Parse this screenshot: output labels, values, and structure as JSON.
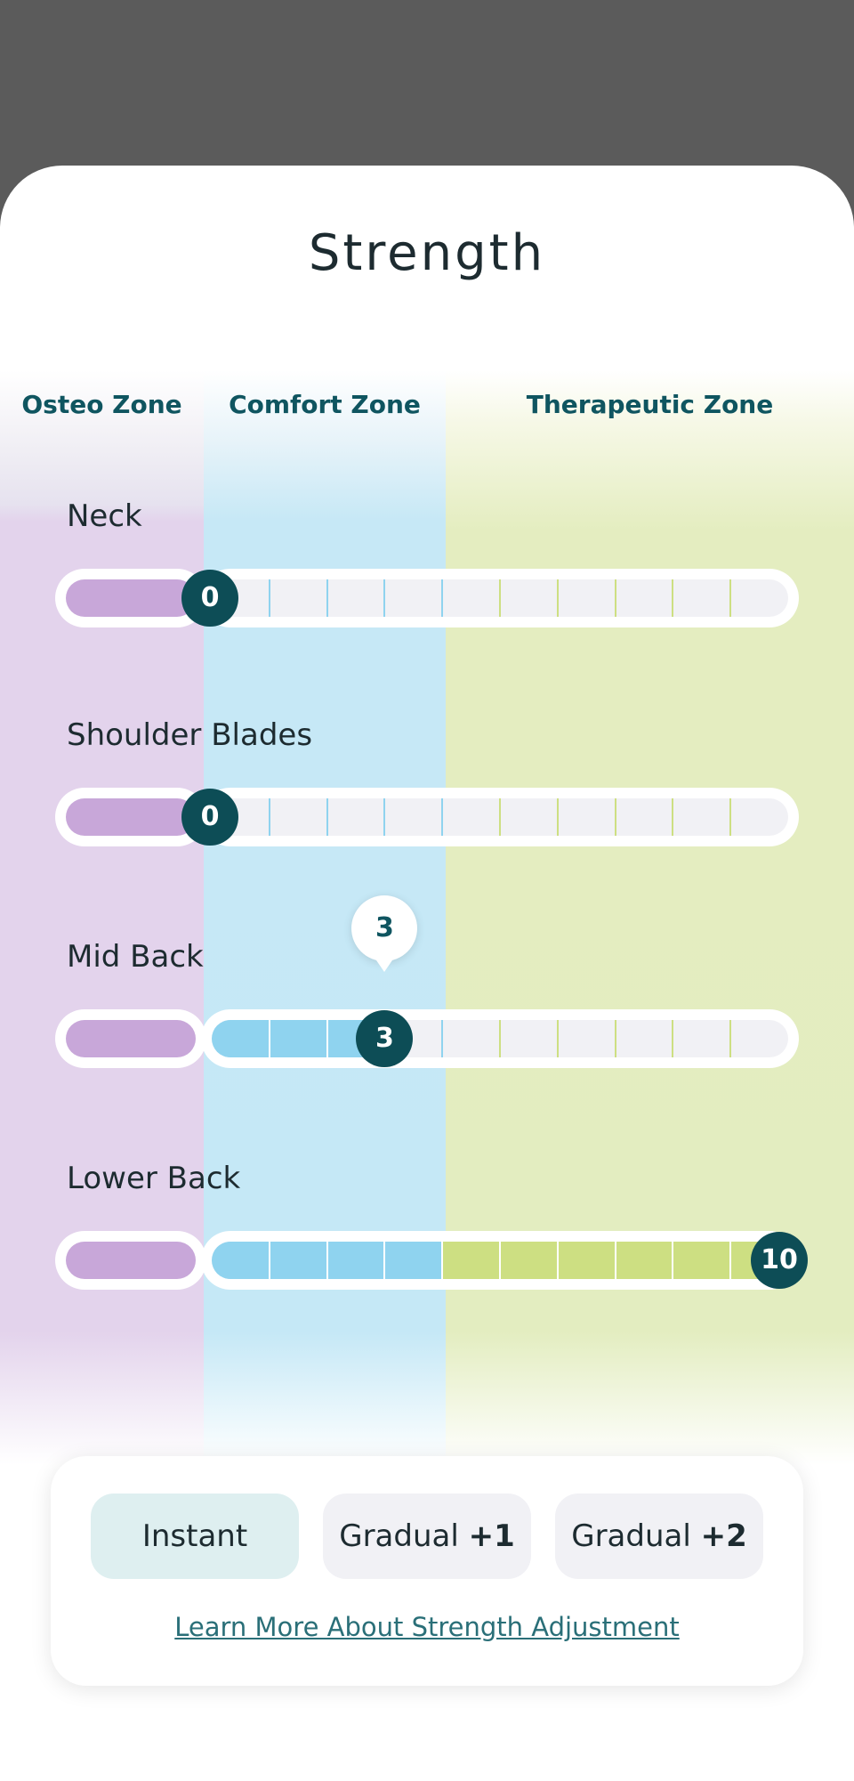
{
  "title": "Strength",
  "zones": [
    {
      "label": "Osteo Zone",
      "color": "#e3d3ec"
    },
    {
      "label": "Comfort Zone",
      "color": "#c5e8f6"
    },
    {
      "label": "Therapeutic Zone",
      "color": "#e3edc0"
    }
  ],
  "sliders": [
    {
      "label": "Neck",
      "value": "0",
      "level": 0,
      "max": 10
    },
    {
      "label": "Shoulder Blades",
      "value": "0",
      "level": 0,
      "max": 10
    },
    {
      "label": "Mid Back",
      "value": "3",
      "tooltip": "3",
      "level": 3,
      "max": 10
    },
    {
      "label": "Lower Back",
      "value": "10",
      "level": 10,
      "max": 10
    }
  ],
  "modes": [
    {
      "label": "Instant",
      "bold": "",
      "selected": true
    },
    {
      "label": "Gradual",
      "bold": "+1",
      "selected": false
    },
    {
      "label": "Gradual",
      "bold": "+2",
      "selected": false
    }
  ],
  "learn_more": "Learn More About Strength Adjustment",
  "colors": {
    "osteo_fill": "#c8a7d9",
    "comfort_fill": "#8fd3ef",
    "therapeutic_fill": "#cddf82",
    "knob": "#0d4d56",
    "accent_text": "#0f5560"
  }
}
